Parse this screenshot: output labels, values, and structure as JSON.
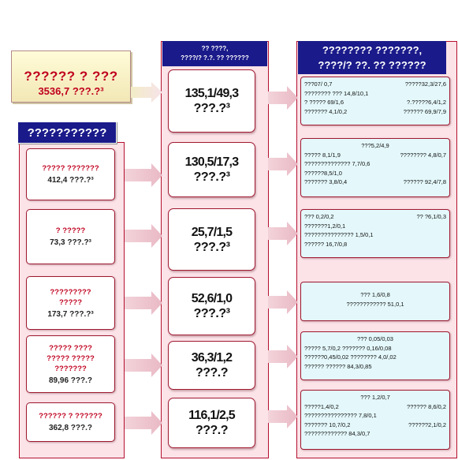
{
  "total": {
    "title": "?????? ? ???",
    "value": "3536,7 ???.?³"
  },
  "left_panel": {
    "header": "???????????",
    "items": [
      {
        "label_lines": [
          "????? ???????"
        ],
        "value": "412,4 ???.?³"
      },
      {
        "label_lines": [
          "? ?????"
        ],
        "value": "73,3 ???.?³"
      },
      {
        "label_lines": [
          "?????????",
          "?????"
        ],
        "value": "173,7 ???.?³"
      },
      {
        "label_lines": [
          "????? ????",
          "????? ?????",
          "???????"
        ],
        "value": "89,96 ???.?"
      },
      {
        "label_lines": [
          "?????? ? ??????"
        ],
        "value": "362,8 ???.?"
      }
    ]
  },
  "center_panel": {
    "header_lines": [
      "?? ????,",
      "????/? ?.?. ?? ??????"
    ],
    "items": [
      {
        "value": "135,1/49,3",
        "unit": "???.?³"
      },
      {
        "value": "130,5/17,3",
        "unit": "???.?³"
      },
      {
        "value": "25,7/1,5",
        "unit": "???.?³"
      },
      {
        "value": "52,6/1,0",
        "unit": "???.?³"
      },
      {
        "value": "36,3/1,2",
        "unit": "???.?"
      },
      {
        "value": "116,1/2,5",
        "unit": "???.?"
      }
    ]
  },
  "right_panel": {
    "header_lines": [
      "???????? ???????,",
      "????/? ??. ?? ??????"
    ],
    "cards": [
      {
        "lines": [
          [
            "???07/ 0,7",
            "?????32,3/27,6"
          ],
          [
            "???????? ??? 14,8/10,1"
          ],
          [
            "? ????? 69/1,6",
            "?.?????6,4/1,2"
          ],
          [
            "??????? 4,1/0,2",
            "?????? 69,9/7,9"
          ]
        ]
      },
      {
        "lines": [
          [
            "???5,2/4,9"
          ],
          [
            "????? 8,1/1,9",
            "???????? 4,8/0,7"
          ],
          [
            "?????????????? 7,7/0,6"
          ],
          [
            "??????8,5/1,0"
          ],
          [
            "??????? 3,8/0,4",
            "?????? 92,4/7,8"
          ]
        ]
      },
      {
        "lines": [
          [
            "??? 0,2/0,2",
            "?? ?6,1/0,3"
          ],
          [
            "???????1,2/0,1"
          ],
          [
            "??????????????? 1,5/0,1"
          ],
          [
            "?????? 16,7/0,8"
          ]
        ]
      },
      {
        "lines": [
          [
            "??? 1,6/0,8"
          ],
          [
            "???????????? 51,0,1"
          ]
        ]
      },
      {
        "lines": [
          [
            "??? 0,05/0,03"
          ],
          [
            "????? 5,7/0,2 ??????? 0,16/0,08"
          ],
          [
            "??????0,45/0,02 ???????? 4,0/,02"
          ],
          [
            "?????? ?????? 84,3/0,85"
          ]
        ]
      },
      {
        "lines": [
          [
            "??? 1,2/0,7"
          ],
          [
            "?????1,4/0,2",
            "?????? 8,6/0,2"
          ],
          [
            "???????????????? 7,8/0,1"
          ],
          [
            "??????? 10,7/0,2",
            "??????2,1/0,2"
          ],
          [
            "????????????? 84,3/0,7"
          ]
        ]
      }
    ]
  }
}
